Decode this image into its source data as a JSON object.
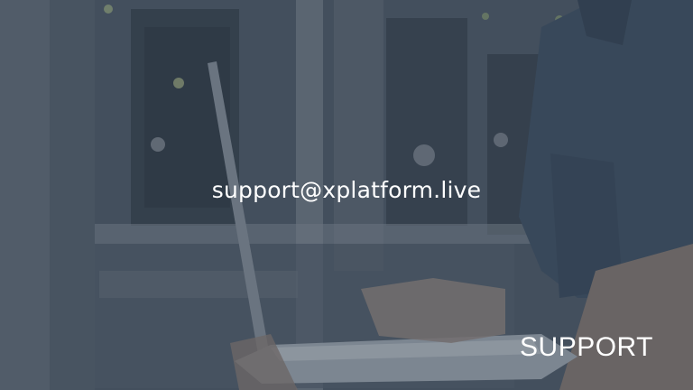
{
  "slide": {
    "email": "support@xplatform.live",
    "label": "SUPPORT"
  },
  "background": {
    "description_icon": "server-room-photo",
    "overlay_color": "#344252"
  }
}
